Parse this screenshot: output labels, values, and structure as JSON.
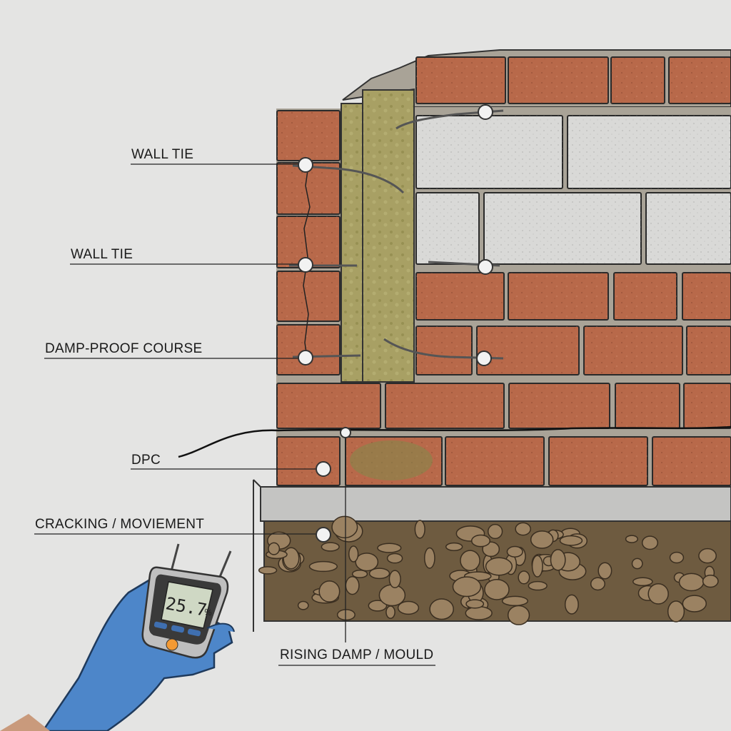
{
  "labels": {
    "wall_tie_1": "WALL TIE",
    "wall_tie_2": "WALL TIE",
    "damp_proof_course": "DAMP-PROOF COURSE",
    "dpc": "DPC",
    "cracking": "CRACKING / MOVIEMENT",
    "rising_damp": "RISING DAMP / MOULD"
  },
  "meter": {
    "reading": "25.7",
    "unit": "%"
  },
  "colors": {
    "brick": "#b8694a",
    "mortar": "#a9a397",
    "block": "#d9d9d7",
    "insulation": "#a19a5c",
    "concrete": "#c4c4c2",
    "soil": "#6e5b40",
    "glove": "#4d86c9",
    "meter_button": "#f39a34"
  }
}
